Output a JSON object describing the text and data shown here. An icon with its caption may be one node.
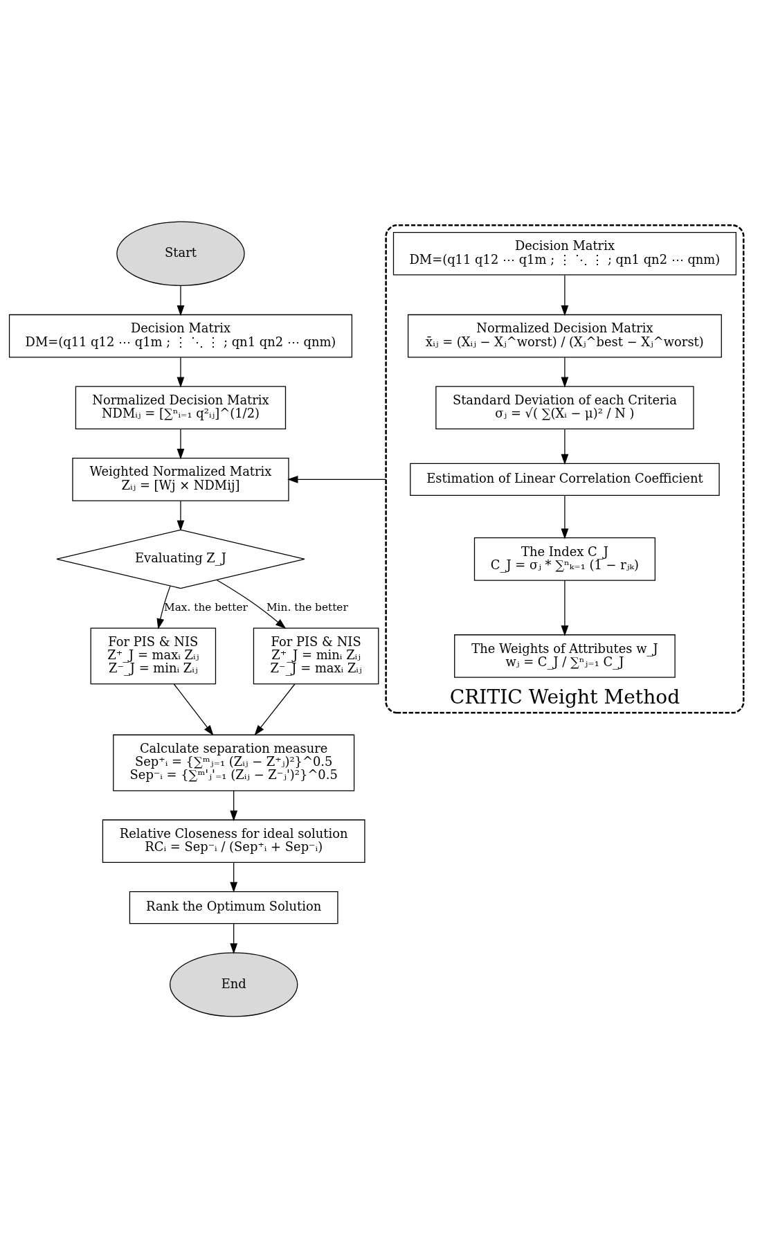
{
  "diagram": {
    "nodes": [
      {
        "text": [
          "Start"
        ]
      },
      {
        "text": [
          "Decision Matrix",
          "DM=(q11 q12 ⋯ q1m ; ⋮ ⋱ ⋮ ; qn1 qn2 ⋯ qnm)"
        ]
      },
      {
        "text": [
          "Normalized Decision Matrix",
          "NDMᵢⱼ = [∑ⁿᵢ₌₁ q²ᵢⱼ]^(1/2)"
        ]
      },
      {
        "text": [
          "Weighted Normalized Matrix",
          "Zᵢⱼ = [Wj × NDMij]"
        ]
      },
      {
        "text": [
          "Evaluating Z_J"
        ]
      },
      {
        "text": [
          "For PIS & NIS",
          "Z⁺_J = maxᵢ Zᵢⱼ",
          "Z⁻_J = minᵢ Zᵢⱼ"
        ]
      },
      {
        "text": [
          "For PIS & NIS",
          "Z⁺_J = minᵢ Zᵢⱼ",
          "Z⁻_J = maxᵢ Zᵢⱼ"
        ]
      },
      {
        "text": [
          "Calculate separation measure",
          "Sep⁺ᵢ = {∑ᵐⱼ₌₁ (Zᵢⱼ − Z⁺ⱼ)²}^0.5",
          "Sep⁻ᵢ = {∑ᵐ'ⱼ'₌₁ (Zᵢⱼ − Z⁻ⱼ')²}^0.5"
        ]
      },
      {
        "text": [
          "Relative Closeness for ideal solution",
          "RCᵢ = Sep⁻ᵢ / (Sep⁺ᵢ + Sep⁻ᵢ)"
        ]
      },
      {
        "text": [
          "Rank the Optimum Solution"
        ]
      },
      {
        "text": [
          "End"
        ]
      },
      {
        "text": [
          "CRITIC Weight Method"
        ]
      },
      {
        "text": [
          "Decision Matrix",
          "DM=(q11 q12 ⋯ q1m ; ⋮ ⋱ ⋮ ; qn1 qn2 ⋯ qnm)"
        ],
        "in": 11
      },
      {
        "text": [
          "Normalized Decision Matrix",
          "x̄ᵢⱼ = (Xᵢⱼ − Xⱼ^worst) / (Xⱼ^best − Xⱼ^worst)"
        ],
        "in": 11
      },
      {
        "text": [
          "Standard Deviation of each Criteria",
          "σⱼ = √( ∑(Xᵢ − μ)² / N )"
        ],
        "in": 11
      },
      {
        "text": [
          "Estimation of Linear Correlation Coefficient"
        ],
        "in": 11
      },
      {
        "text": [
          "The Index C_J",
          "C_J = σⱼ * ∑ⁿₖ₌₁ (1 − rⱼₖ)"
        ],
        "in": 11
      },
      {
        "text": [
          "The Weights of Attributes w_J",
          "wⱼ = C_J / ∑ⁿⱼ₌₁ C_J"
        ],
        "in": 11
      }
    ],
    "edges": [
      {
        "from": 0,
        "to": 1,
        "arrow": "to"
      },
      {
        "from": 1,
        "to": 2,
        "arrow": "to"
      },
      {
        "from": 2,
        "to": 3,
        "arrow": "to"
      },
      {
        "from": 3,
        "to": 4,
        "arrow": "to"
      },
      {
        "from": 4,
        "to": 5,
        "arrow": "to",
        "label": "Max. the better"
      },
      {
        "from": 4,
        "to": 6,
        "arrow": "to",
        "label": "Min. the better"
      },
      {
        "from": 5,
        "to": 7,
        "arrow": "to"
      },
      {
        "from": 6,
        "to": 7,
        "arrow": "to"
      },
      {
        "from": 7,
        "to": 8,
        "arrow": "to"
      },
      {
        "from": 8,
        "to": 9,
        "arrow": "to"
      },
      {
        "from": 9,
        "to": 10,
        "arrow": "to"
      },
      {
        "from": 12,
        "to": 13,
        "arrow": "to"
      },
      {
        "from": 13,
        "to": 14,
        "arrow": "to"
      },
      {
        "from": 14,
        "to": 15,
        "arrow": "to"
      },
      {
        "from": 15,
        "to": 16,
        "arrow": "to"
      },
      {
        "from": 16,
        "to": 17,
        "arrow": "to"
      },
      {
        "from": 11,
        "to": 3,
        "arrow": "to"
      }
    ]
  }
}
